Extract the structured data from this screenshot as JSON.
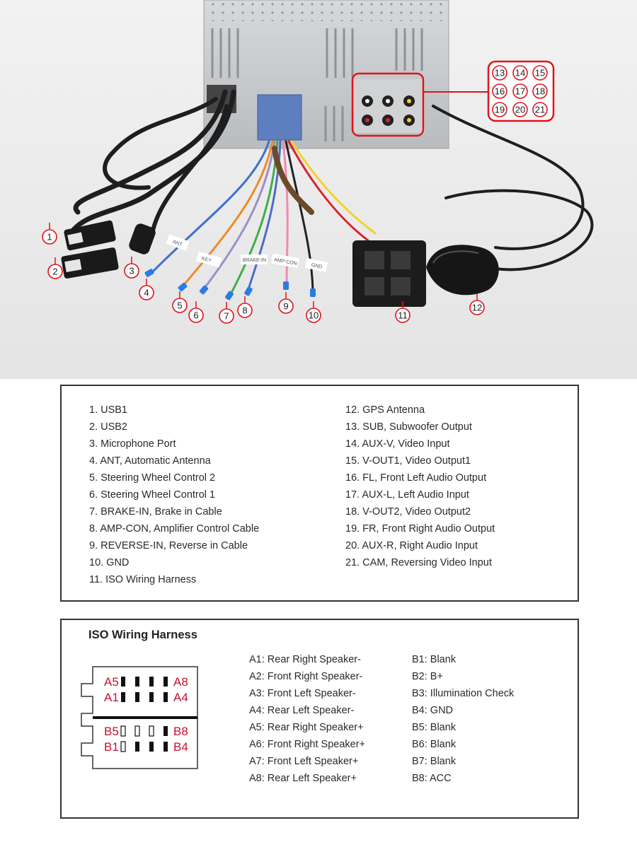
{
  "callouts": [
    "1",
    "2",
    "3",
    "4",
    "5",
    "6",
    "7",
    "8",
    "9",
    "10",
    "11",
    "12",
    "13",
    "14",
    "15",
    "16",
    "17",
    "18",
    "19",
    "20",
    "21"
  ],
  "cable_tags": {
    "ant": "ANT",
    "key": "KEY",
    "brake": "BRAKE-IN",
    "amp": "AMP-CON",
    "gnd": "GND"
  },
  "legend": {
    "left": [
      "1. USB1",
      "2. USB2",
      "3. Microphone Port",
      "4. ANT, Automatic Antenna",
      "5. Steering Wheel Control 2",
      "6. Steering Wheel Control 1",
      "7. BRAKE-IN, Brake in Cable",
      "8. AMP-CON, Amplifier Control Cable",
      "9. REVERSE-IN, Reverse in Cable",
      "10. GND",
      "11. ISO Wiring Harness"
    ],
    "right": [
      "12. GPS Antenna",
      "13. SUB, Subwoofer Output",
      "14. AUX-V, Video Input",
      "15. V-OUT1, Video Output1",
      "16. FL, Front Left Audio Output",
      "17. AUX-L, Left Audio Input",
      "18. V-OUT2, Video Output2",
      "19. FR, Front Right Audio Output",
      "20. AUX-R, Right Audio Input",
      "21. CAM, Reversing Video Input"
    ]
  },
  "iso": {
    "title": "ISO Wiring Harness",
    "pins_a": [
      "A1: Rear Right Speaker-",
      "A2: Front Right Speaker-",
      "A3: Front Left Speaker-",
      "A4: Rear Left Speaker-",
      "A5: Rear Right Speaker+",
      "A6: Front Right Speaker+",
      "A7: Front Left Speaker+",
      "A8: Rear Left Speaker+"
    ],
    "pins_b": [
      "B1: Blank",
      "B2: B+",
      "B3: Illumination Check",
      "B4: GND",
      "B5: Blank",
      "B6: Blank",
      "B7: Blank",
      "B8: ACC"
    ],
    "connector_labels": {
      "a5": "A5",
      "a8": "A8",
      "a1": "A1",
      "a4": "A4",
      "b5": "B5",
      "b8": "B8",
      "b1": "B1",
      "b4": "B4"
    }
  },
  "colors": {
    "callout_red": "#e0141e",
    "pin_label_red": "#c8102e",
    "photo_bg": "#ececec",
    "chassis": "#c9ccce"
  }
}
